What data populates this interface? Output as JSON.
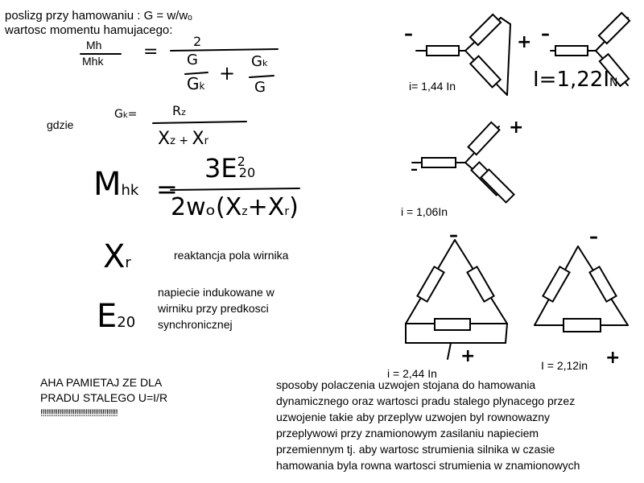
{
  "text": {
    "line1": "poslizg przy hamowaniu : G = w/wₒ",
    "line2": "wartosc momentu hamujacego:",
    "frac_num": "Mh",
    "frac_den": "Mhk",
    "eq": "=",
    "num_two": "2",
    "gdzie": "gdzie",
    "reaktancja": "reaktancja pola wirnika",
    "napiecie1": "napiecie indukowane w",
    "napiecie2": "wirniku przy predkosci",
    "napiecie3": "synchronicznej",
    "aha1": "AHA PAMIETAJ ZE DLA",
    "aha2": "PRADU STALEGO U=I/R",
    "aha3": "!!!!!!!!!!!!!!!!!!!!!!!!!!!!!!!!!!!!!!!!!",
    "sposoby": [
      "sposoby polaczenia uzwojen stojana do hamowania",
      "dynamicznego oraz wartosci pradu stalego plynacego przez",
      "uzwojenie takie aby przeplyw uzwojen byl rownowazny",
      "przeplywowi przy znamionowym zasilaniu napieciem",
      "przemiennym tj. aby wartosc strumienia silnika w czasie",
      "hamowania byla rowna wartosci strumienia w znamionowych"
    ]
  },
  "handwriting": {
    "g1": "G",
    "gk1": "G",
    "gk1_sub": "k",
    "plus": "+",
    "gk2": "G",
    "gk2_sub": "k",
    "g2": "G",
    "gk_def": "G",
    "gk_def_sub": "k",
    "gk_eq": "=",
    "rz": "R",
    "rz_sub": "z",
    "xz": "X",
    "xz_sub": "z",
    "xplus": "+",
    "xr": "X",
    "xr_sub": "r",
    "m": "M",
    "m_sub": "hk",
    "m_eq": "=",
    "m_num": "3E",
    "m_num_sup": "2",
    "m_num_sub": "20",
    "m_den": "2wₒ(X",
    "m_den_sub": "z",
    "m_den2": "+X",
    "m_den_sub2": "r",
    "m_den3": ")",
    "xr_big": "X",
    "xr_big_sub": "r",
    "e_big": "E",
    "e_big_sub": "20"
  },
  "circuits": {
    "c1_minus": "–",
    "c1_plus": "+",
    "c1_label": "i= 1,44 In",
    "c2_minus": "–",
    "c2_label": "I=1,22I",
    "c2_label_sub": "N",
    "c3_minus": "–",
    "c3_plus": "+",
    "c3_label": "i = 1,06In",
    "c4_minus": "–",
    "c4_plus": "+",
    "c4_label": "i = 2,44 In",
    "c5_minus": "–",
    "c5_plus": "+",
    "c5_label": "I = 2,12in"
  }
}
